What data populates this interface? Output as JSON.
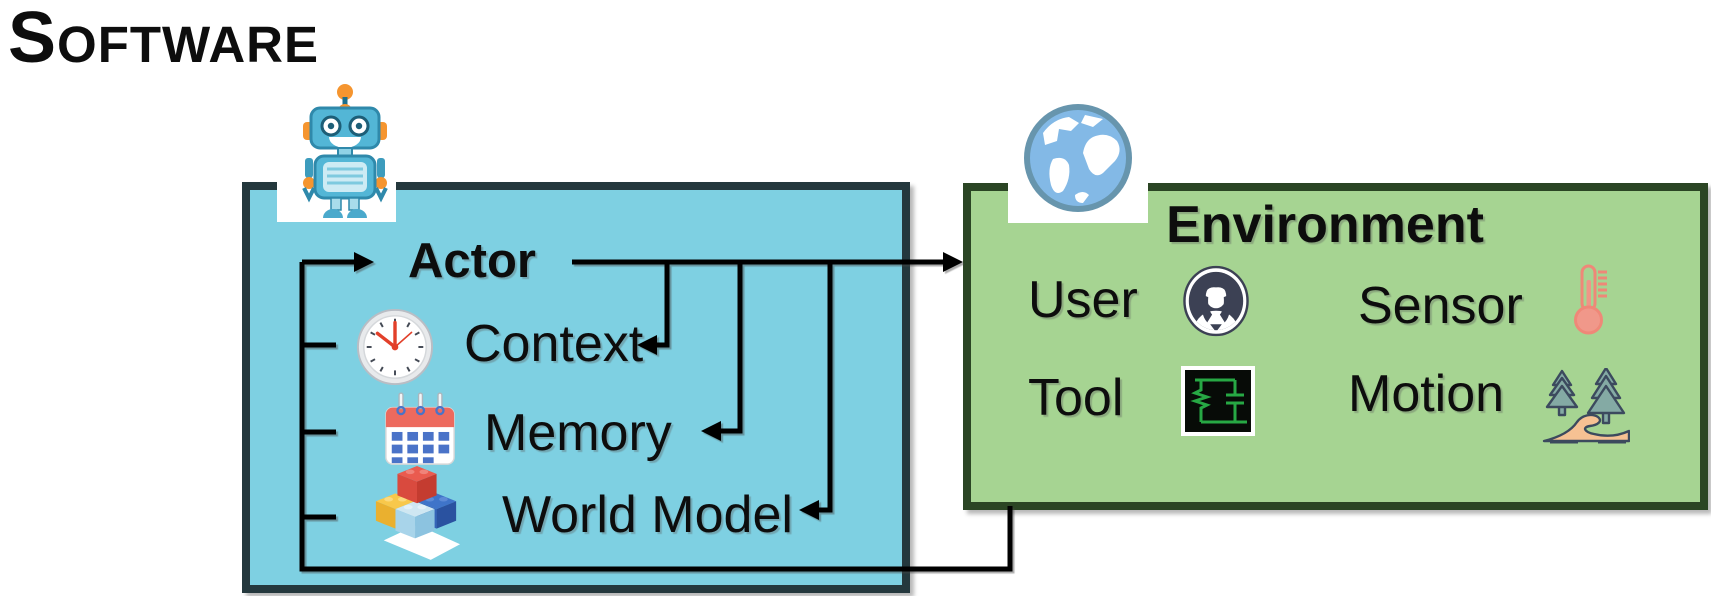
{
  "page_title": {
    "initial": "S",
    "rest": "OFTWARE"
  },
  "actor_box": {
    "icon": "robot-icon",
    "actor_label": "Actor",
    "modules": {
      "context": "Context",
      "memory": "Memory",
      "world_model": "World Model"
    },
    "colors": {
      "fill": "#7ed0e2",
      "border": "#24383d"
    }
  },
  "environment_box": {
    "title": "Environment",
    "icon": "globe-icon",
    "items": [
      {
        "label": "User",
        "icon": "user-avatar-icon"
      },
      {
        "label": "Sensor",
        "icon": "thermometer-icon"
      },
      {
        "label": "Tool",
        "icon": "circuit-icon"
      },
      {
        "label": "Motion",
        "icon": "trail-trees-icon"
      }
    ],
    "colors": {
      "fill": "#a6d492",
      "border": "#2b4524"
    }
  },
  "connections": [
    {
      "from": "Actor",
      "to": "Environment"
    },
    {
      "from": "Actor",
      "to": "Context"
    },
    {
      "from": "Actor",
      "to": "Memory"
    },
    {
      "from": "Actor",
      "to": "World Model"
    },
    {
      "from": "Context",
      "to": "Actor"
    },
    {
      "from": "Memory",
      "to": "Actor"
    },
    {
      "from": "World Model",
      "to": "Actor"
    },
    {
      "from": "Environment",
      "to": "Actor"
    }
  ],
  "line_color": "#000000"
}
